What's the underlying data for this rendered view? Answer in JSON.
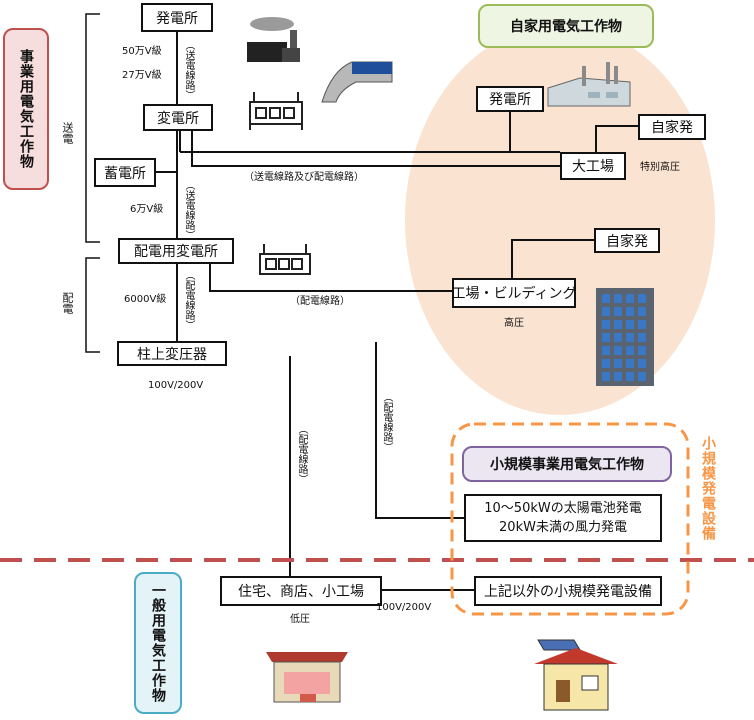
{
  "categories": {
    "business": "事業用電気工作物",
    "private": "自家用電気工作物",
    "small_business": "小規模事業用電気工作物",
    "small_generation": "小規模発電設備",
    "general": "一般用電気工作物"
  },
  "sections": {
    "transmission": "送電",
    "distribution": "配電"
  },
  "nodes": {
    "power_plant": "発電所",
    "substation": "変電所",
    "storage": "蓄電所",
    "dist_substation": "配電用変電所",
    "pole_transformer": "柱上変圧器",
    "private_plant": "発電所",
    "large_factory": "大工場",
    "own_gen_1": "自家発",
    "own_gen_2": "自家発",
    "factory_building": "工場・ビルディング",
    "small_gen_line1": "10～50kWの太陽電池発電",
    "small_gen_line2": "20kW未満の風力発電",
    "residence": "住宅、商店、小工場",
    "other_small": "上記以外の小規模発電設備"
  },
  "voltages": {
    "v500k": "50万V級",
    "v275k": "27万V級",
    "v66k": "6万V級",
    "v6000": "6000V級",
    "v100_200_a": "100V/200V",
    "v100_200_b": "100V/200V",
    "special_high": "特別高圧",
    "high": "高圧",
    "low": "低圧"
  },
  "lines": {
    "transmission_1": "（送電線路）",
    "transmission_2": "（送電線路）",
    "trans_dist": "（送電線路及び配電線路）",
    "dist_1": "（配電線路）",
    "dist_2": "（配電線路）",
    "dist_3": "（配電線路）",
    "dist_4": "（配電線路）"
  },
  "colors": {
    "business_border": "#c0504d",
    "business_fill": "#f7dede",
    "private_border": "#9bbb59",
    "private_fill": "#eef5e2",
    "private_region": "#fbe3d1",
    "small_border": "#8064a2",
    "small_fill": "#ece6f3",
    "general_border": "#4bacc6",
    "general_fill": "#e3f3f8",
    "dashed_orange": "#f79646",
    "divider_red": "#c0504d"
  }
}
